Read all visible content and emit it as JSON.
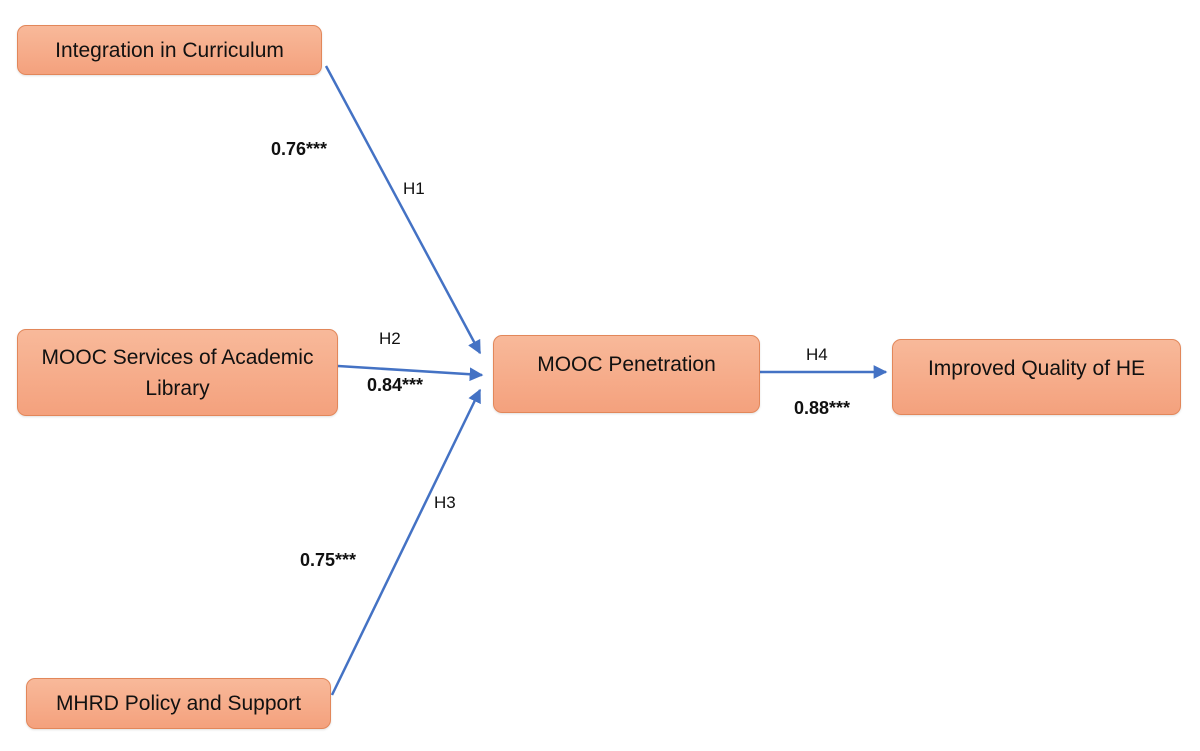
{
  "colors": {
    "node_fill_top": "#f8b99a",
    "node_fill_bottom": "#f4a17d",
    "node_border": "#e2875a",
    "arrow": "#4472c4",
    "text": "#111111"
  },
  "nodes": {
    "integration": "Integration in Curriculum",
    "mooc_services_line1": "MOOC Services of Academic",
    "mooc_services_line2": "Library",
    "mhrd": "MHRD Policy and Support",
    "mooc_penetration": "MOOC Penetration",
    "improved_quality": "Improved Quality of HE"
  },
  "paths": {
    "h1": {
      "hypothesis": "H1",
      "coefficient": "0.76***"
    },
    "h2": {
      "hypothesis": "H2",
      "coefficient": "0.84***"
    },
    "h3": {
      "hypothesis": "H3",
      "coefficient": "0.75***"
    },
    "h4": {
      "hypothesis": "H4",
      "coefficient": "0.88***"
    }
  }
}
